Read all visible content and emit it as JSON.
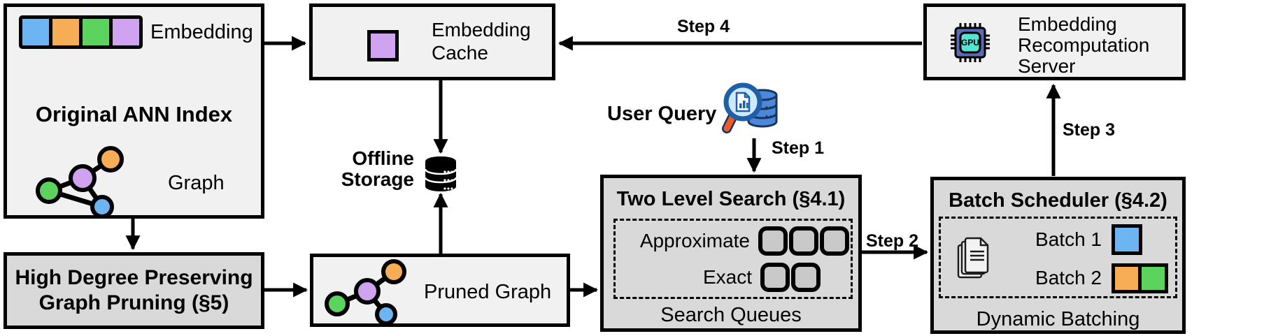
{
  "boxes": {
    "original_ann_index": {
      "title": "Original ANN Index",
      "embedding_label": "Embedding",
      "graph_label": "Graph"
    },
    "high_degree_pruning": {
      "line1": "High Degree Preserving",
      "line2": "Graph Pruning (§5)"
    },
    "embedding_cache": {
      "line1": "Embedding",
      "line2": "Cache"
    },
    "offline_storage": {
      "line1": "Offline",
      "line2": "Storage"
    },
    "pruned_graph": {
      "label": "Pruned Graph"
    },
    "user_query": {
      "label": "User Query"
    },
    "two_level_search": {
      "title": "Two Level Search (§4.1)",
      "row1_label": "Approximate",
      "row2_label": "Exact",
      "footer": "Search Queues"
    },
    "batch_scheduler": {
      "title": "Batch Scheduler (§4.2)",
      "row1_label": "Batch 1",
      "row2_label": "Batch 2",
      "footer": "Dynamic Batching"
    },
    "embedding_recomputation_server": {
      "line1": "Embedding",
      "line2": "Recomputation",
      "line3": "Server"
    }
  },
  "steps": {
    "step1": "Step 1",
    "step2": "Step 2",
    "step3": "Step 3",
    "step4": "Step 4"
  },
  "icons": {
    "gpu_label": "GPU"
  },
  "colors": {
    "accent_blue": "#6db5f2",
    "accent_orange": "#f6ad55",
    "accent_green": "#5cd35c",
    "accent_purple": "#cfa3ef",
    "box_light": "#f1f1f1",
    "box_dark": "#d9d9d9",
    "queue_fill": "#c9c9c9",
    "gpu_body": "#5a6ab5",
    "gpu_core": "#57e3d2",
    "query_db_fill": "#4d87d9",
    "query_outline": "#16365c",
    "query_lens": "#cde9fa",
    "query_handle": "#f05a28",
    "ink": "#000000"
  }
}
